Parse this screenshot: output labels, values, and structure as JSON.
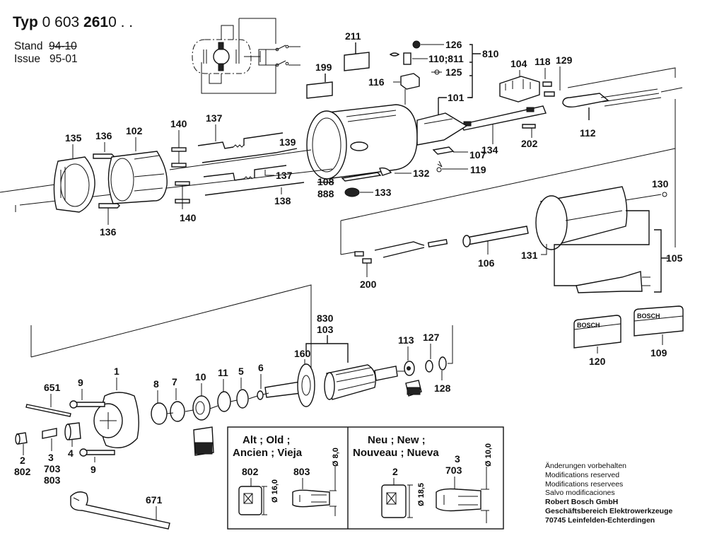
{
  "header": {
    "typ_label": "Typ",
    "typ_number_plain": "0 603",
    "typ_number_bold": "261",
    "typ_suffix": "0 . .",
    "stand_label": "Stand",
    "stand_value_struck": "94-10",
    "issue_label": "Issue",
    "issue_value": "95-01"
  },
  "parts": {
    "p1": "1",
    "p2": "2",
    "p3": "3",
    "p4": "4",
    "p5": "5",
    "p6": "6",
    "p7": "7",
    "p8": "8",
    "p9": "9",
    "p10": "10",
    "p11": "11",
    "p101": "101",
    "p102": "102",
    "p103": "103",
    "p104": "104",
    "p105": "105",
    "p106": "106",
    "p107": "107",
    "p108_struck": "108",
    "p888": "888",
    "p109": "109",
    "p110_811": "110;811",
    "p112": "112",
    "p113": "113",
    "p116": "116",
    "p118": "118",
    "p119": "119",
    "p120": "120",
    "p125": "125",
    "p126": "126",
    "p127": "127",
    "p128": "128",
    "p129": "129",
    "p130": "130",
    "p131": "131",
    "p132": "132",
    "p133": "133",
    "p134": "134",
    "p135": "135",
    "p136": "136",
    "p137": "137",
    "p138": "138",
    "p139": "139",
    "p140": "140",
    "p160": "160",
    "p199": "199",
    "p200": "200",
    "p202": "202",
    "p211": "211",
    "p651": "651",
    "p671": "671",
    "p703": "703",
    "p802": "802",
    "p803": "803",
    "p810": "810",
    "p830": "830"
  },
  "brand_label": "BOSCH",
  "comparison_box": {
    "old": {
      "title_line1": "Alt ; Old ;",
      "title_line2": "Ancien ; Vieja",
      "nut_part": "802",
      "collet_part": "803",
      "nut_diameter": "Ø 16,0",
      "collet_diameter": "Ø 8,0"
    },
    "new": {
      "title_line1": "Neu ; New ;",
      "title_line2": "Nouveau ; Nueva",
      "nut_part": "2",
      "collet_part_line1": "3",
      "collet_part_line2": "703",
      "nut_diameter": "Ø 18,5",
      "collet_diameter": "Ø 10,0"
    }
  },
  "footer": {
    "lines": [
      "Änderungen vorbehalten",
      "Modifications reserved",
      "Modifications reservees",
      "Salvo modificaciones"
    ],
    "company_lines": [
      "Robert Bosch GmbH",
      "Geschäftsbereich Elektrowerkzeuge",
      "70745 Leinfelden-Echterdingen"
    ]
  }
}
